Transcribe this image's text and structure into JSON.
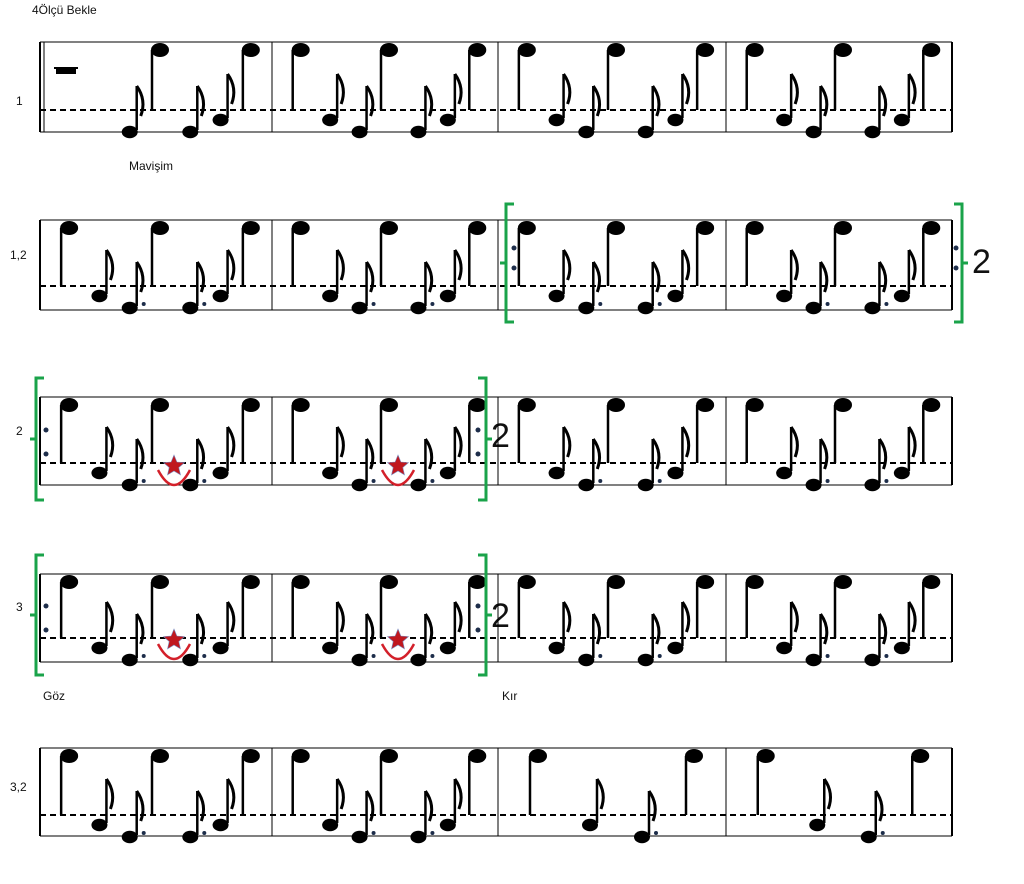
{
  "title": "4Ölçü Bekle",
  "section_labels": [
    "Mavişim",
    "Göz",
    "Kır"
  ],
  "row_labels": [
    "1",
    "1,2",
    "2",
    "3",
    "3,2"
  ],
  "repeat_mark": "2",
  "colors": {
    "ink": "#000000",
    "repeat_bracket": "#1aa34a",
    "star": "#c0171e",
    "arc": "#d3202a"
  },
  "icons": [
    "whole-rest-icon",
    "note-icon",
    "star-icon",
    "slur-arc-icon",
    "repeat-bracket-icon"
  ]
}
